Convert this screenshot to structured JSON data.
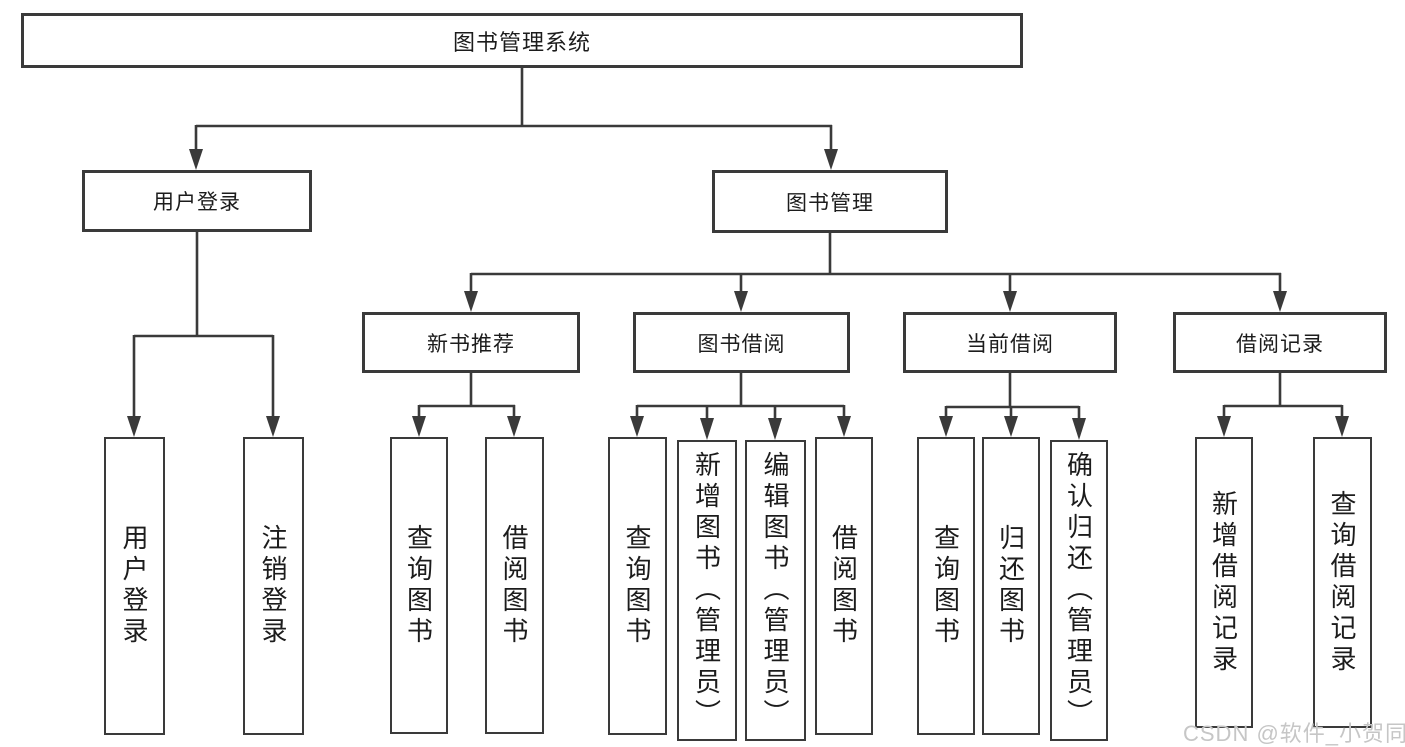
{
  "colors": {
    "line": "#3a3a3a",
    "box_border": "#3a3a3a",
    "box_fill": "#ffffff",
    "text": "#1c1c1c",
    "watermark": "#c6c6c6",
    "background": "#ffffff"
  },
  "watermark": "CSDN @软件_小贺同学",
  "tree": {
    "root": {
      "label": "图书管理系统"
    },
    "branches": [
      {
        "label": "用户登录",
        "leaves": [
          {
            "label": "用户登录"
          },
          {
            "label": "注销登录"
          }
        ]
      },
      {
        "label": "图书管理",
        "sections": [
          {
            "label": "新书推荐",
            "leaves": [
              {
                "label": "查询图书"
              },
              {
                "label": "借阅图书"
              }
            ]
          },
          {
            "label": "图书借阅",
            "leaves": [
              {
                "label": "查询图书"
              },
              {
                "label": "新增图书（管理员）"
              },
              {
                "label": "编辑图书（管理员）"
              },
              {
                "label": "借阅图书"
              }
            ]
          },
          {
            "label": "当前借阅",
            "leaves": [
              {
                "label": "查询图书"
              },
              {
                "label": "归还图书"
              },
              {
                "label": "确认归还（管理员）"
              }
            ]
          },
          {
            "label": "借阅记录",
            "leaves": [
              {
                "label": "新增借阅记录"
              },
              {
                "label": "查询借阅记录"
              }
            ]
          }
        ]
      }
    ]
  }
}
